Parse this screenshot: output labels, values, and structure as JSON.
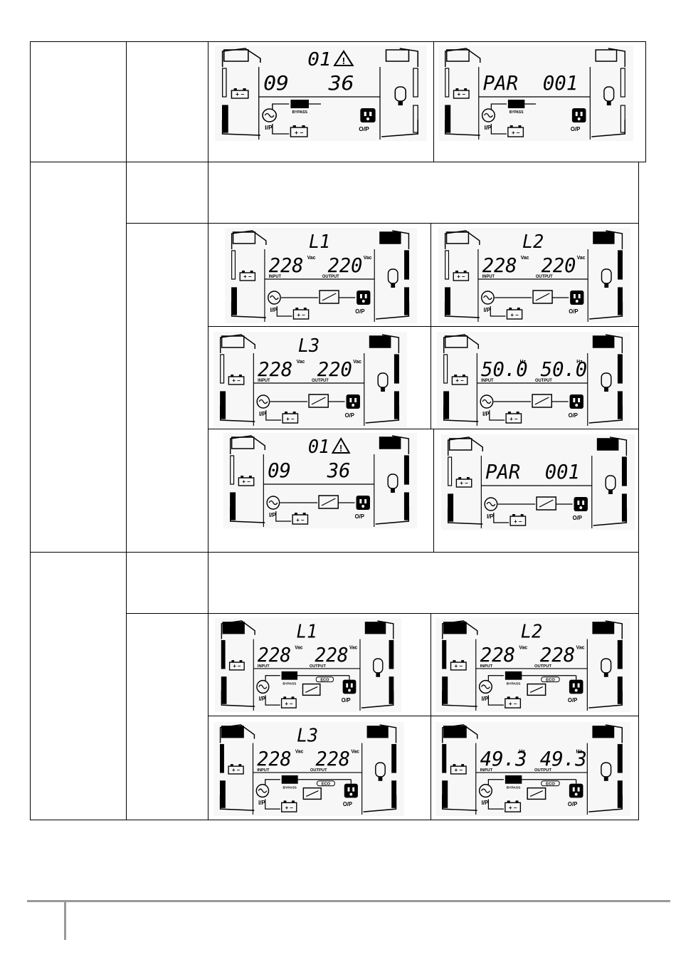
{
  "panels": [
    {
      "id": "fault-code-bypass",
      "top": "01",
      "warning": true,
      "left": "09",
      "right": "36",
      "unitL": "",
      "unitR": "",
      "subL": "",
      "subR": "",
      "mode": "bypass",
      "bars": {
        "tl": false,
        "tr": false,
        "bl": true,
        "br": false
      }
    },
    {
      "id": "parallel-id-bypass",
      "top": "",
      "warning": false,
      "left": "PAR",
      "right": "001",
      "unitL": "",
      "unitR": "",
      "subL": "",
      "subR": "",
      "mode": "bypass",
      "bars": {
        "tl": false,
        "tr": false,
        "bl": true,
        "br": false
      }
    },
    {
      "id": "line-l1",
      "top": "L1",
      "warning": false,
      "left": "228",
      "right": "220",
      "unitL": "Vac",
      "unitR": "Vac",
      "subL": "INPUT",
      "subR": "OUTPUT",
      "mode": "inverter",
      "bars": {
        "tl": false,
        "tr": true,
        "bl": true,
        "br": true
      }
    },
    {
      "id": "line-l2",
      "top": "L2",
      "warning": false,
      "left": "228",
      "right": "220",
      "unitL": "Vac",
      "unitR": "Vac",
      "subL": "INPUT",
      "subR": "OUTPUT",
      "mode": "inverter",
      "bars": {
        "tl": false,
        "tr": true,
        "bl": true,
        "br": true
      }
    },
    {
      "id": "line-l3",
      "top": "L3",
      "warning": false,
      "left": "228",
      "right": "220",
      "unitL": "Vac",
      "unitR": "Vac",
      "subL": "INPUT",
      "subR": "OUTPUT",
      "mode": "inverter",
      "bars": {
        "tl": false,
        "tr": true,
        "bl": true,
        "br": true
      }
    },
    {
      "id": "freq-normal",
      "top": "",
      "warning": false,
      "left": "50.0",
      "right": "50.0",
      "unitL": "Hz",
      "unitR": "Hz",
      "subL": "INPUT",
      "subR": "OUTPUT",
      "mode": "inverter",
      "bars": {
        "tl": false,
        "tr": true,
        "bl": true,
        "br": true
      }
    },
    {
      "id": "fault-code-inverter",
      "top": "01",
      "warning": true,
      "left": "09",
      "right": "36",
      "unitL": "",
      "unitR": "",
      "subL": "",
      "subR": "",
      "mode": "inverter",
      "bars": {
        "tl": false,
        "tr": true,
        "bl": true,
        "br": true
      }
    },
    {
      "id": "parallel-id-inverter",
      "top": "",
      "warning": false,
      "left": "PAR",
      "right": "001",
      "unitL": "",
      "unitR": "",
      "subL": "",
      "subR": "",
      "mode": "inverter",
      "bars": {
        "tl": false,
        "tr": true,
        "bl": true,
        "br": true
      }
    },
    {
      "id": "eco-l1",
      "top": "L1",
      "warning": false,
      "left": "228",
      "right": "228",
      "unitL": "Vac",
      "unitR": "Vac",
      "subL": "INPUT",
      "subR": "OUTPUT",
      "mode": "eco",
      "bars": {
        "tl": true,
        "tr": true,
        "bl": true,
        "br": true
      }
    },
    {
      "id": "eco-l2",
      "top": "L2",
      "warning": false,
      "left": "228",
      "right": "228",
      "unitL": "Vac",
      "unitR": "Vac",
      "subL": "INPUT",
      "subR": "OUTPUT",
      "mode": "eco",
      "bars": {
        "tl": true,
        "tr": true,
        "bl": true,
        "br": true
      }
    },
    {
      "id": "eco-l3",
      "top": "L3",
      "warning": false,
      "left": "228",
      "right": "228",
      "unitL": "Vac",
      "unitR": "Vac",
      "subL": "INPUT",
      "subR": "OUTPUT",
      "mode": "eco",
      "bars": {
        "tl": true,
        "tr": true,
        "bl": true,
        "br": true
      }
    },
    {
      "id": "eco-freq",
      "top": "",
      "warning": false,
      "left": "49.3",
      "right": "49.3",
      "unitL": "Hz",
      "unitR": "Hz",
      "subL": "INPUT",
      "subR": "OUTPUT",
      "mode": "eco",
      "bars": {
        "tl": true,
        "tr": true,
        "bl": true,
        "br": true
      }
    }
  ],
  "labels": {
    "battery": "+ −",
    "ip": "I/P",
    "op": "O/P",
    "bypass": "BYPASS",
    "eco": "ECO"
  }
}
